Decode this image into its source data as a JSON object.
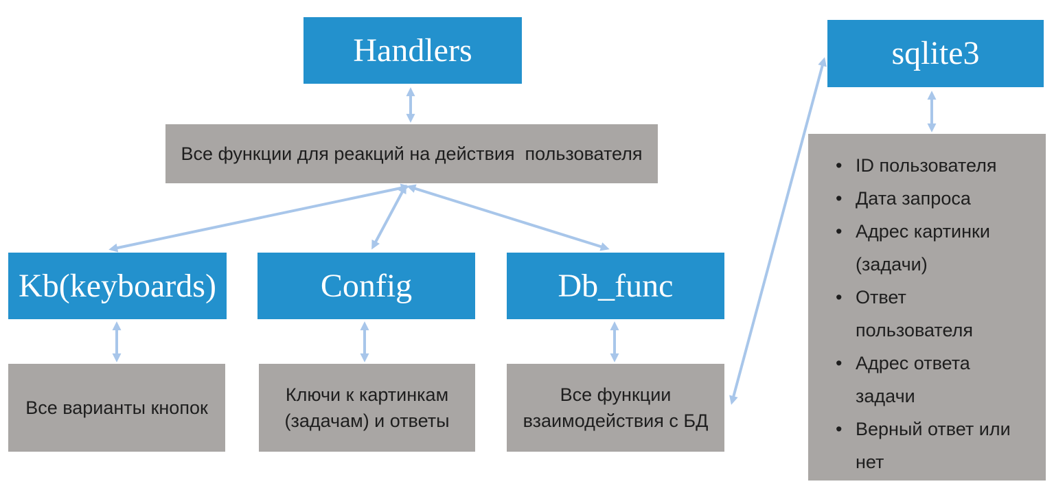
{
  "diagram": {
    "nodes": {
      "handlers": {
        "label": "Handlers",
        "note": "Все функции для реакций на действия  пользователя"
      },
      "kb": {
        "label": "Kb(keyboards)",
        "note": "Все варианты кнопок"
      },
      "config": {
        "label": "Config",
        "note": "Ключи к картинкам\n(задачам) и ответы"
      },
      "db_func": {
        "label": "Db_func",
        "note": "Все функции\nвзаимодействия с БД"
      },
      "sqlite3": {
        "label": "sqlite3",
        "fields": [
          "ID пользователя",
          "Дата запроса",
          "Адрес картинки\n(задачи)",
          "Ответ\nпользователя",
          "Адрес ответа\nзадачи",
          "Верный ответ или\nнет"
        ]
      }
    },
    "colors": {
      "node_fill": "#2391cd",
      "note_fill": "#a9a6a4",
      "arrow": "#a8c6ea",
      "node_text": "#ffffff",
      "note_text": "#1e1e1e"
    }
  }
}
